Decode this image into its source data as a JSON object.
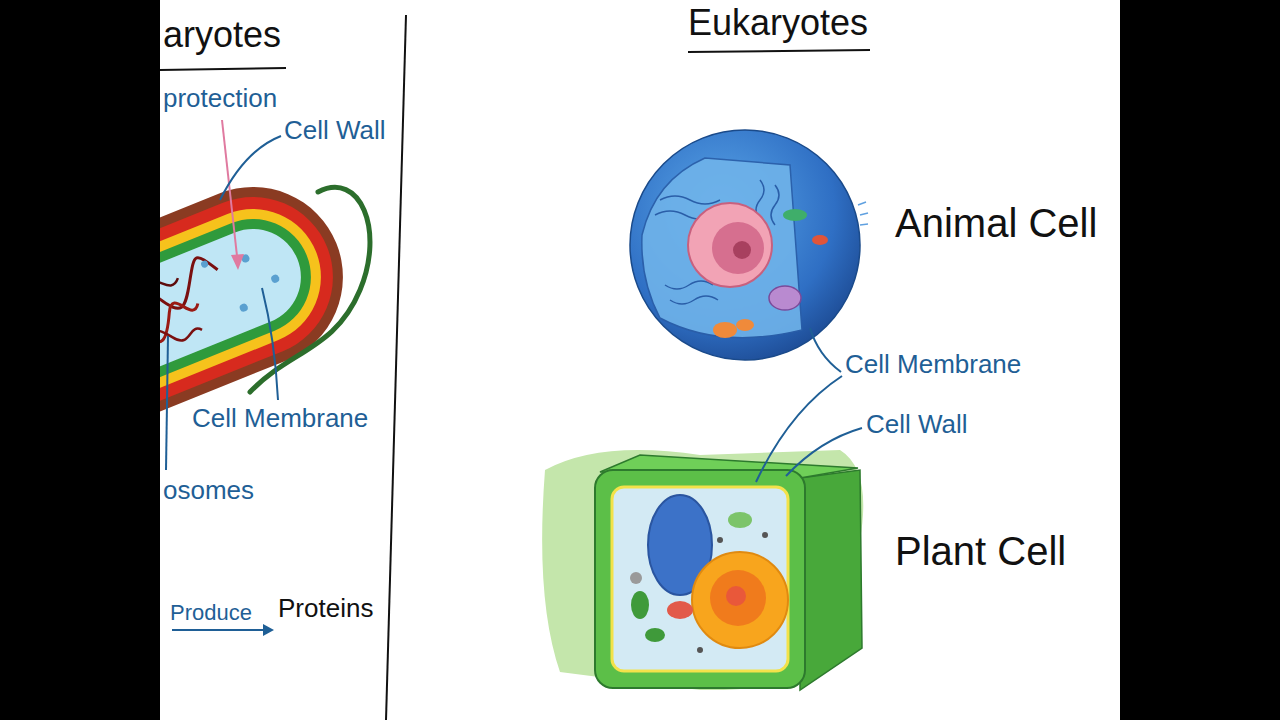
{
  "diagram": {
    "title": "Eukaryotes",
    "labels": [
      "aryotes",
      "protection",
      "Cell Wall",
      "Cell Membrane",
      "osomes",
      "Produce",
      "Proteins",
      "Animal Cell",
      "Cell Membrane",
      "Cell Wall",
      "Plant Cell"
    ]
  }
}
